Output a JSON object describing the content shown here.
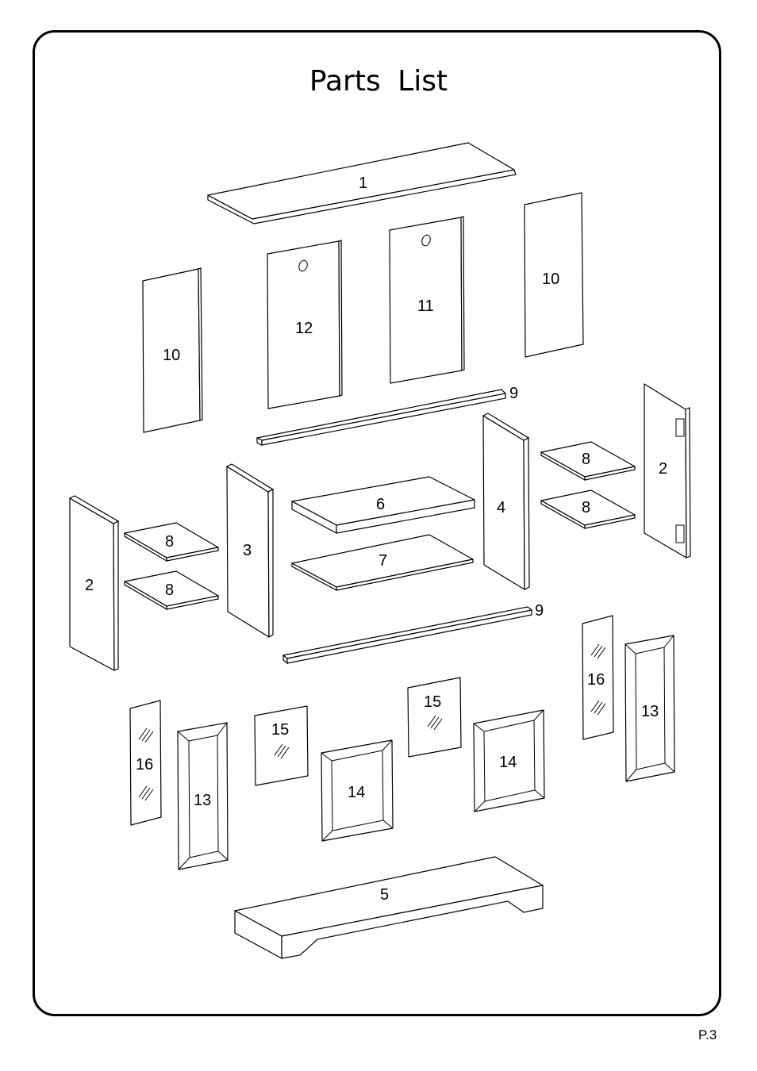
{
  "page": {
    "title": "Parts  List",
    "page_number": "P.3"
  },
  "parts": {
    "p1": "1",
    "p10a": "10",
    "p12": "12",
    "p11": "11",
    "p10b": "10",
    "p9a": "9",
    "p2a": "2",
    "p8a": "8",
    "p8b": "8",
    "p3": "3",
    "p6": "6",
    "p7": "7",
    "p4": "4",
    "p8c": "8",
    "p8d": "8",
    "p2b": "2",
    "p9b": "9",
    "p16a": "16",
    "p13a": "13",
    "p15a": "15",
    "p14a": "14",
    "p15b": "15",
    "p14b": "14",
    "p16b": "16",
    "p13b": "13",
    "p5": "5"
  }
}
